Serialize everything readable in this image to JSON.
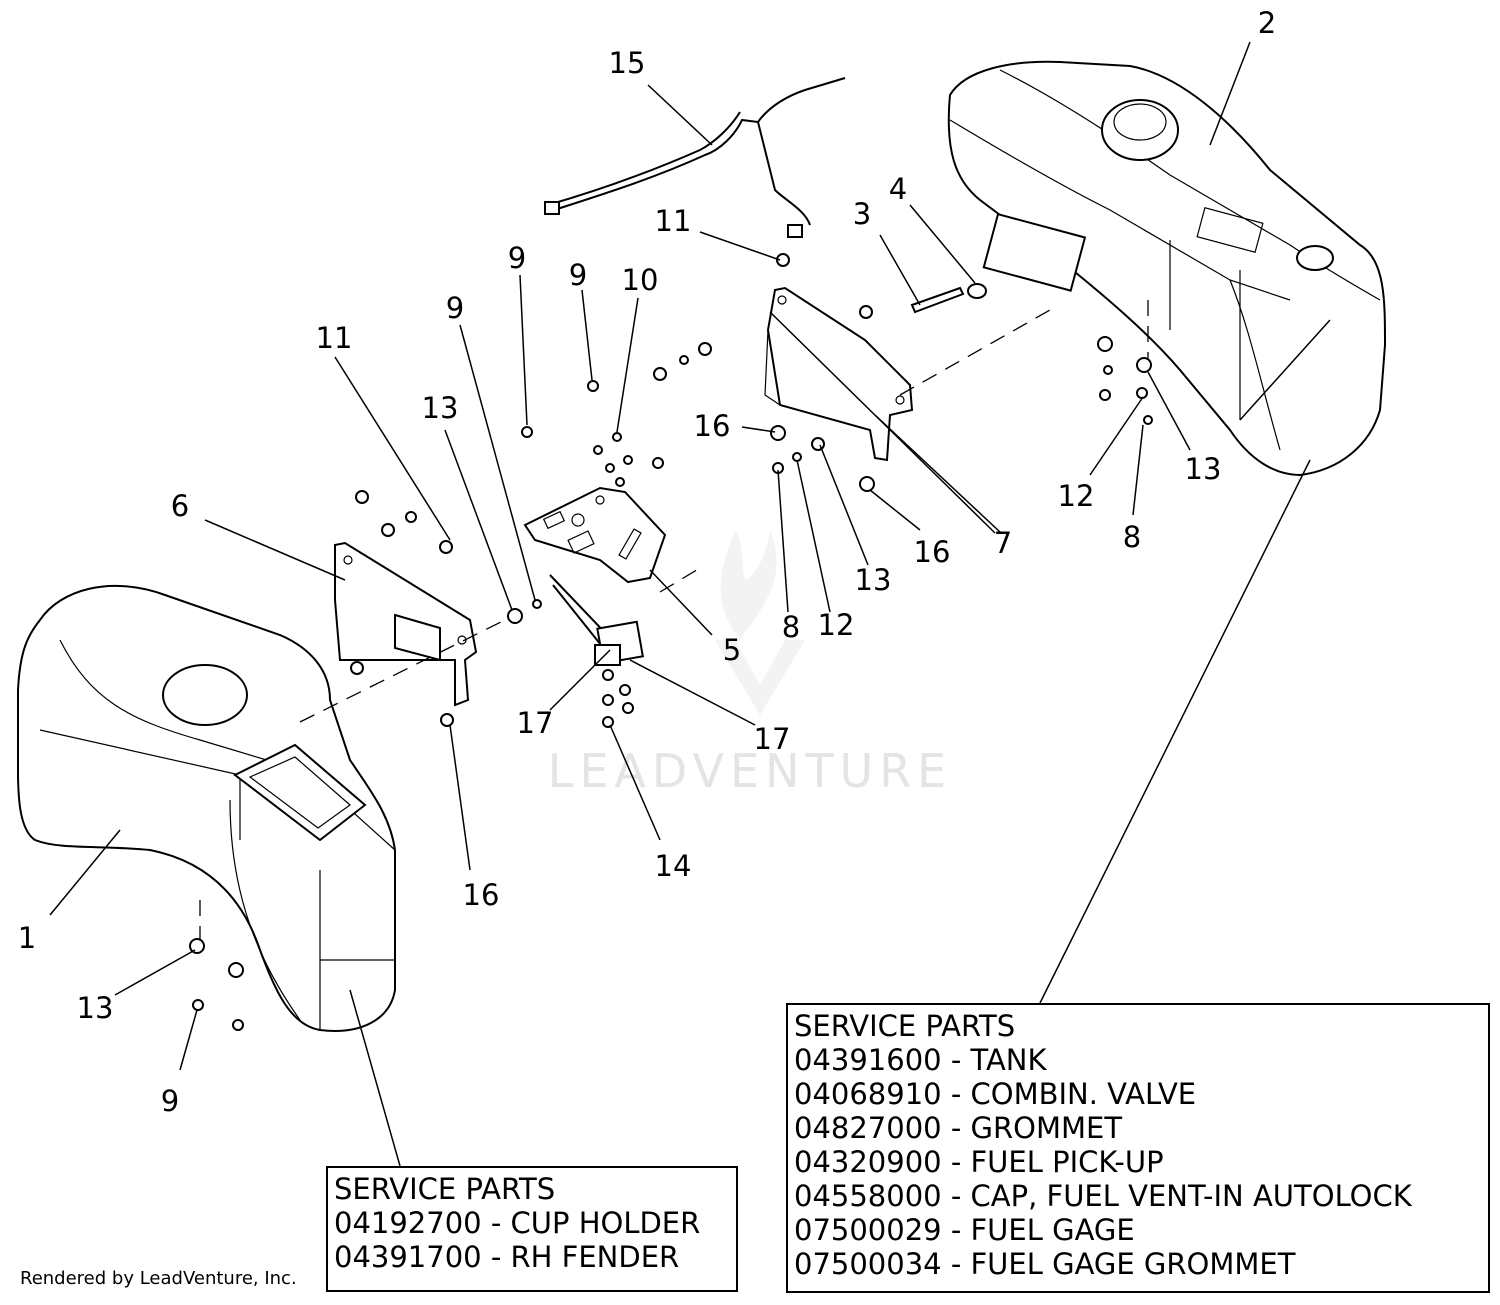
{
  "callouts": {
    "c1": "1",
    "c2": "2",
    "c3": "3",
    "c4": "4",
    "c5": "5",
    "c6": "6",
    "c7": "7",
    "c8a": "8",
    "c8b": "8",
    "c9a": "9",
    "c9b": "9",
    "c9c": "9",
    "c9d": "9",
    "c10": "10",
    "c11a": "11",
    "c11b": "11",
    "c12a": "12",
    "c12b": "12",
    "c13a": "13",
    "c13b": "13",
    "c13c": "13",
    "c13d": "13",
    "c14": "14",
    "c15": "15",
    "c16a": "16",
    "c16b": "16",
    "c16c": "16",
    "c17a": "17",
    "c17b": "17"
  },
  "service_parts_right": {
    "title": "SERVICE PARTS",
    "items": [
      "04391600 - TANK",
      "04068910 - COMBIN. VALVE",
      "04827000 - GROMMET",
      "04320900 - FUEL PICK-UP",
      "04558000 - CAP, FUEL VENT-IN AUTOLOCK",
      "07500029 - FUEL GAGE",
      "07500034 - FUEL GAGE GROMMET"
    ]
  },
  "service_parts_left": {
    "title": "SERVICE PARTS",
    "items": [
      "04192700 - CUP HOLDER",
      "04391700 - RH FENDER"
    ]
  },
  "watermark": "LEADVENTURE",
  "footer": "Rendered by LeadVenture, Inc."
}
